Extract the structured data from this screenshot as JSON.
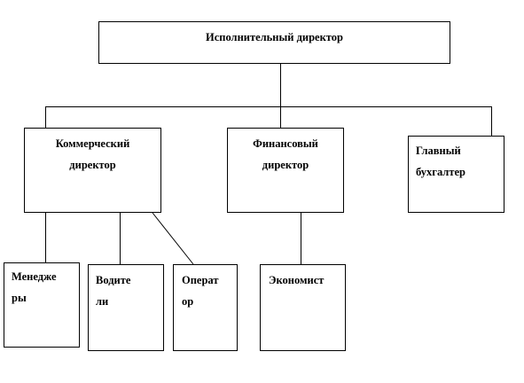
{
  "diagram": {
    "type": "org-chart",
    "nodes": {
      "ceo": {
        "line1": "Исполнительный директор"
      },
      "commercial": {
        "line1": "Коммерческий",
        "line2": "директор"
      },
      "finance": {
        "line1": "Финансовый",
        "line2": "директор"
      },
      "accountant": {
        "line1": "Главный",
        "line2": "бухгалтер"
      },
      "managers": {
        "line1": "Менедже",
        "line2": "ры"
      },
      "drivers": {
        "line1": "Водите",
        "line2": "ли"
      },
      "operators": {
        "line1": "Операт",
        "line2": "ор"
      },
      "economist": {
        "line1": "Экономист"
      }
    },
    "edges": [
      {
        "from": "ceo",
        "to": "commercial"
      },
      {
        "from": "ceo",
        "to": "finance"
      },
      {
        "from": "ceo",
        "to": "accountant"
      },
      {
        "from": "commercial",
        "to": "managers"
      },
      {
        "from": "commercial",
        "to": "drivers"
      },
      {
        "from": "commercial",
        "to": "operators"
      },
      {
        "from": "finance",
        "to": "economist"
      }
    ],
    "colors": {
      "line": "#000000",
      "box_border": "#000000",
      "background": "#ffffff",
      "text": "#000000"
    }
  }
}
